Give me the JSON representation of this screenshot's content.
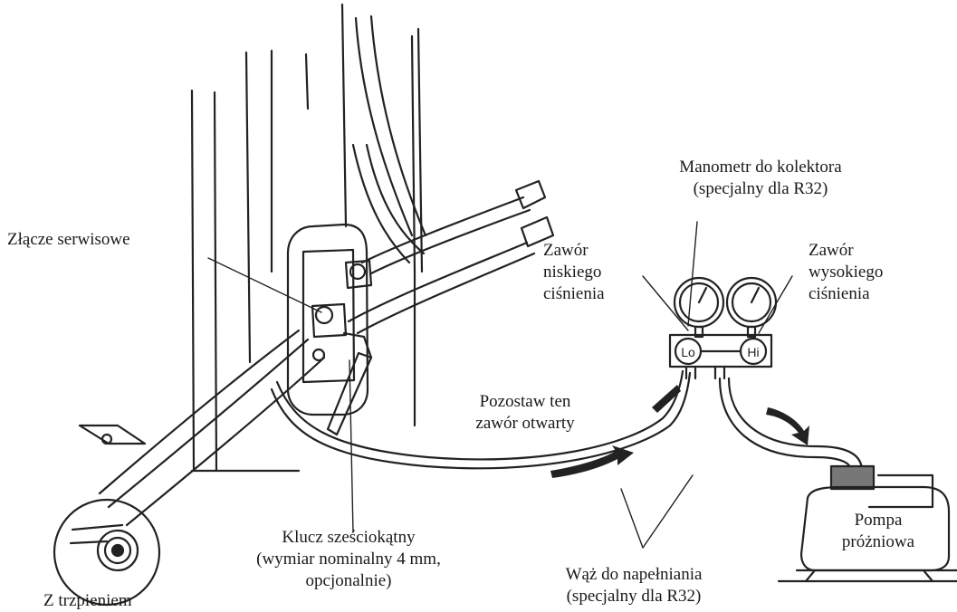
{
  "diagram": {
    "labels": {
      "service_port": "Złącze serwisowe",
      "gauge_manifold": [
        "Manometr do kolektora",
        "(specjalny dla R32)"
      ],
      "low_valve": [
        "Zawór",
        "niskiego",
        "ciśnienia"
      ],
      "high_valve": [
        "Zawór",
        "wysokiego",
        "ciśnienia"
      ],
      "leave_open": [
        "Pozostaw ten",
        "zawór otwarty"
      ],
      "hex_key": [
        "Klucz sześciokątny",
        "(wymiar nominalny 4 mm,",
        "opcjonalnie)"
      ],
      "charge_hose": [
        "Wąż do napełniania",
        "(specjalny dla R32)"
      ],
      "vacuum_pump": [
        "Pompa",
        "próżniowa"
      ],
      "with_pin": "Z trzpieniem",
      "gauge_lo": "Lo",
      "gauge_hi": "Hi"
    }
  }
}
